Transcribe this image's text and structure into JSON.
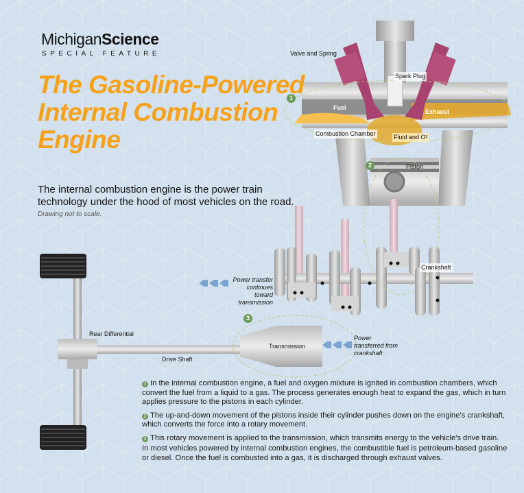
{
  "header": {
    "brand_regular": "Michigan",
    "brand_bold": "Science",
    "tagline": "SPECIAL FEATURE"
  },
  "title": "The Gasoline-Powered Internal Combustion Engine",
  "subtitle": "The internal combustion engine is the power train technology under the hood of most vehicles on the road.",
  "note": "Drawing not to scale.",
  "labels": {
    "valve_spring": "Valve and Spring",
    "spark_plug": "Spark Plug",
    "fuel": "Fuel",
    "exhaust": "Exhaust",
    "combustion_chamber": "Combustion Chamber",
    "fluid_o2": "Fluid and O²",
    "piston": "Piston",
    "crankshaft": "Crankshaft",
    "power_transfer_continues": "Power transfer continues toward transmission",
    "rear_differential": "Rear Differential",
    "drive_shaft": "Drive Shaft",
    "transmission": "Transmission",
    "power_transferred": "Power transferred from crankshaft"
  },
  "step_numbers": [
    "1",
    "2",
    "3"
  ],
  "paragraphs": [
    {
      "num": "1",
      "text": "In the internal combustion engine, a fuel and oxygen mixture is ignited in combustion chambers, which convert the fuel from a liquid to a gas. The process generates enough heat to expand the gas, which in turn applies pressure to the pistons in each cylinder."
    },
    {
      "num": "2",
      "text": "The up-and-down movement of the pistons inside their cylinder pushes down on the engine's crankshaft, which converts the force into a rotary movement."
    },
    {
      "num": "3",
      "text": "This rotary movement is applied to the transmission, which transmits energy to the vehicle's drive train."
    },
    {
      "num": "",
      "text": "In most vehicles powered by internal combustion engines, the combustible fuel is petroleum-based gasoline or diesel. Once the fuel is combusted into a gas, it is discharged through exhaust valves."
    }
  ],
  "colors": {
    "accent": "#f7a11a",
    "valve": "#a8426f",
    "step": "#6c9a5a",
    "fuel": "#e3a92c",
    "arrow": "#7ba3cf"
  }
}
